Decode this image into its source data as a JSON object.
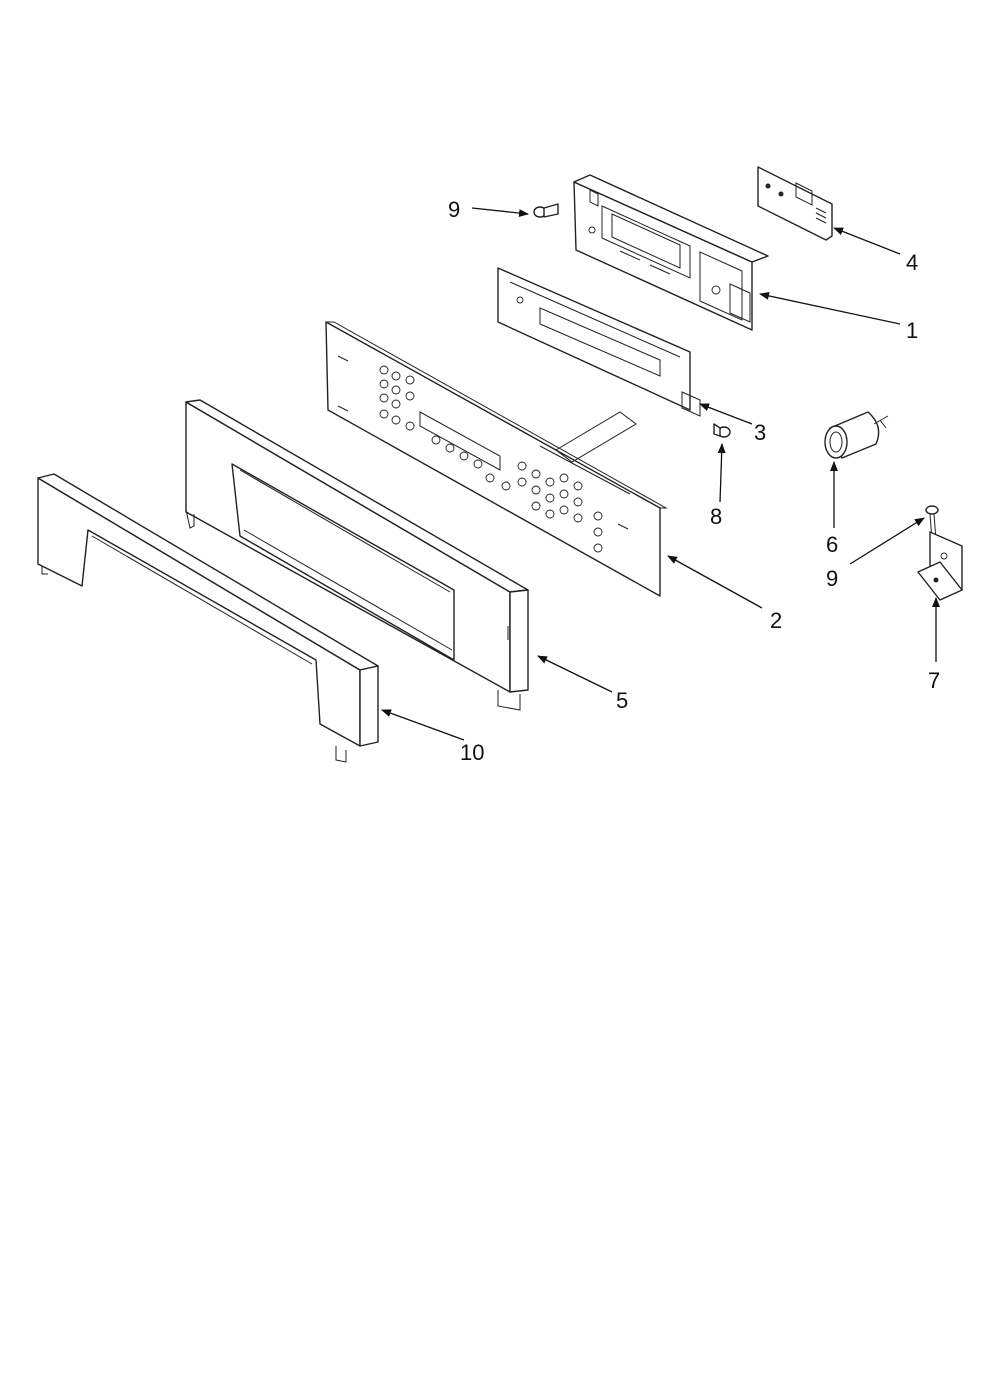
{
  "callouts": {
    "c1": "1",
    "c2": "2",
    "c3": "3",
    "c4": "4",
    "c5": "5",
    "c6": "6",
    "c7": "7",
    "c8": "8",
    "c9a": "9",
    "c9b": "9",
    "c10": "10"
  },
  "colors": {
    "line": "#222222",
    "background": "#ffffff"
  }
}
